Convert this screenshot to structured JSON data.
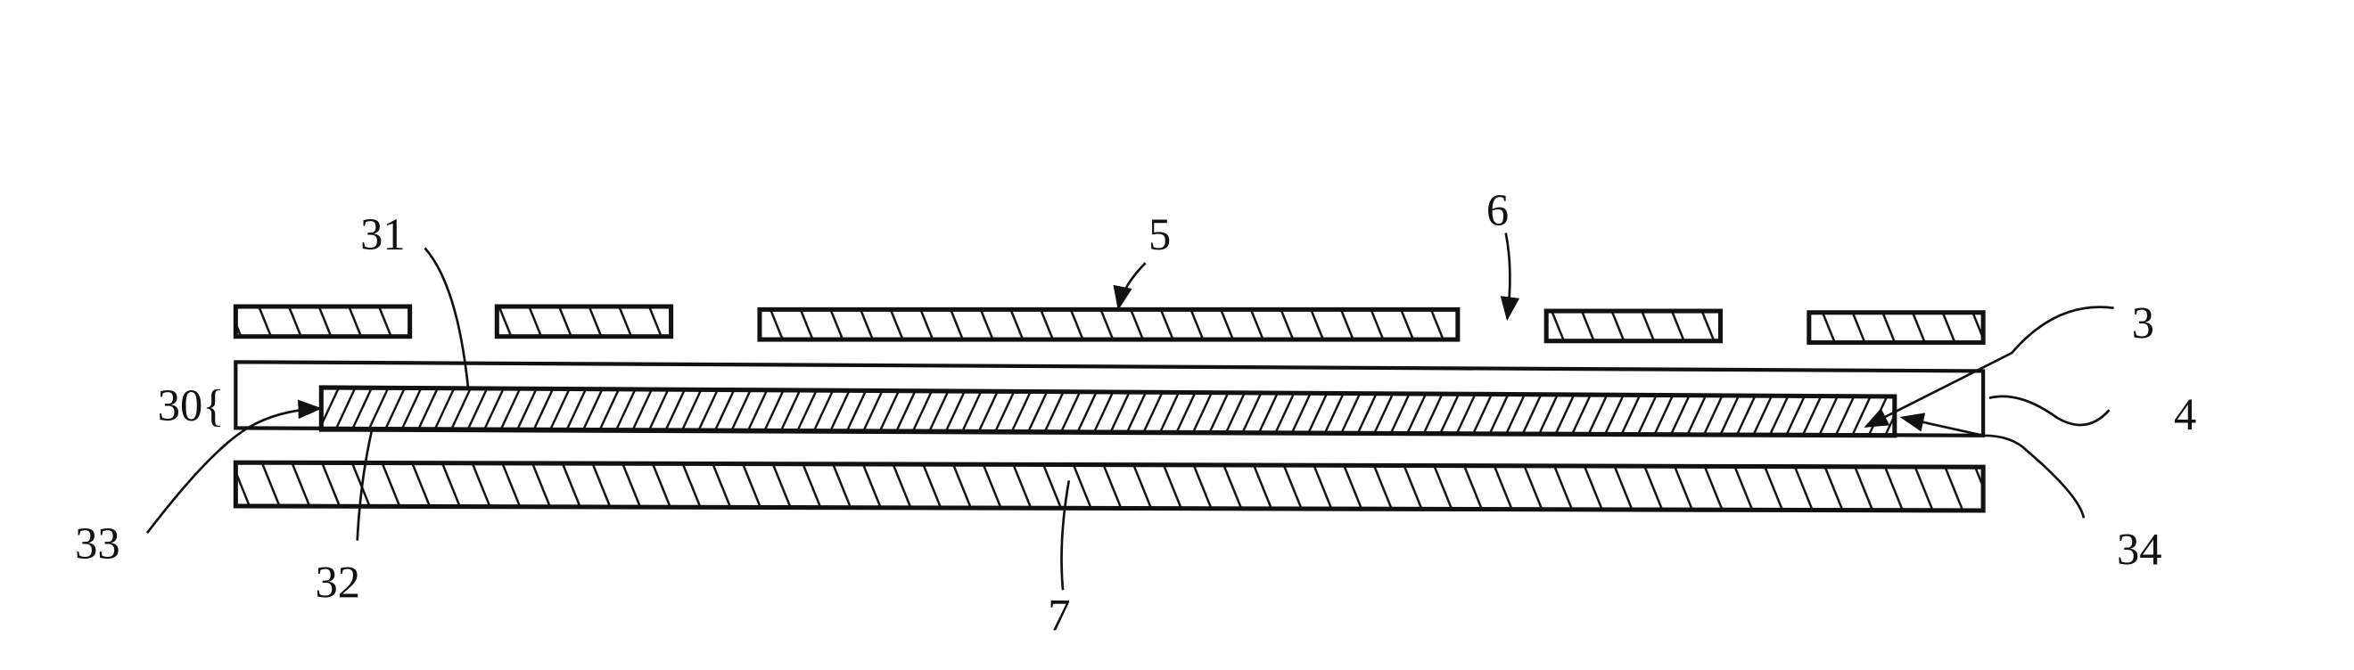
{
  "figure": {
    "labels": {
      "l3": "3",
      "l4": "4",
      "l5": "5",
      "l6": "6",
      "l7": "7",
      "l30": "30{",
      "l31": "31",
      "l32": "32",
      "l33": "33",
      "l34": "34"
    }
  },
  "colors": {
    "line": "#111111",
    "background": "#ffffff"
  }
}
